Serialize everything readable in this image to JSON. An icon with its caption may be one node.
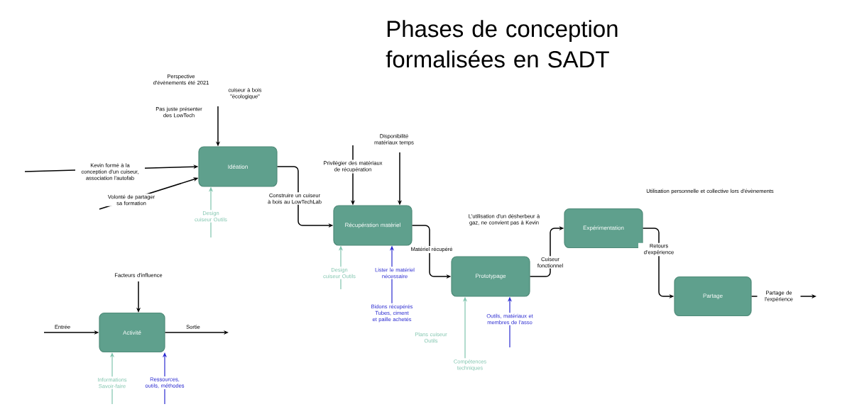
{
  "diagram": {
    "title": "Phases de conception formalisées en SADT",
    "nodes": [
      {
        "text": [
          "Idéation"
        ]
      },
      {
        "text": [
          "Récupération matériel"
        ]
      },
      {
        "text": [
          "Prototypage"
        ]
      },
      {
        "text": [
          "Expérimentation"
        ]
      },
      {
        "text": [
          "Partage"
        ]
      },
      {
        "text": [
          "Activité"
        ]
      },
      {
        "text": [
          "Compétences techniques"
        ]
      },
      {
        "text": [
          "Bidons récupérés Tubes, ciment et paille achetés"
        ]
      }
    ],
    "edges": [
      {
        "from": 0,
        "to": 1,
        "arrow": "to",
        "label": "Construire un cuiseur à bois au LowTechLab"
      },
      {
        "from": 1,
        "to": 2,
        "arrow": "to",
        "label": "Matériel récupéré"
      },
      {
        "from": 2,
        "to": 3,
        "arrow": "to",
        "label": "Cuiseur fonctionnel"
      },
      {
        "from": 3,
        "to": 4,
        "arrow": "to",
        "label": "Retours d'expérience"
      },
      {
        "from": 4,
        "to": null,
        "arrow": "to",
        "label": "Partage de l'expérience"
      },
      {
        "from": null,
        "to": 0,
        "arrow": "to",
        "label": "Kevin formé à la conception d'un cuiseur, association l'autofab"
      },
      {
        "from": null,
        "to": 0,
        "arrow": "to",
        "label": "Volonté de partager sa formation"
      },
      {
        "from": null,
        "to": 0,
        "arrow": "to",
        "label": "Pas juste présenter des LowTech"
      },
      {
        "from": null,
        "to": 0,
        "arrow": "to",
        "label": "Design cuiseur Outils",
        "color": "#7fc4ad"
      },
      {
        "from": null,
        "to": 1,
        "arrow": "to",
        "label": "Privilégier des matériaux de récupération"
      },
      {
        "from": null,
        "to": 1,
        "arrow": "to",
        "label": "Disponibilité matériaux temps"
      },
      {
        "from": null,
        "to": 1,
        "arrow": "to",
        "label": "Design cuiseur Outils",
        "color": "#7fc4ad"
      },
      {
        "from": 7,
        "to": 1,
        "arrow": "to",
        "label": "Lister le matériel nécessaire",
        "color": "#2a2ad0"
      },
      {
        "from": 6,
        "to": 2,
        "arrow": "to",
        "label": "Plans cuiseur Outils",
        "color": "#7fc4ad"
      },
      {
        "from": null,
        "to": 2,
        "arrow": "to",
        "label": "Outils, matériaux et membres de l'asso",
        "color": "#2a2ad0"
      },
      {
        "from": null,
        "to": 5,
        "arrow": "to",
        "label": "Entrée"
      },
      {
        "from": 5,
        "to": null,
        "arrow": "to",
        "label": "Sortie"
      },
      {
        "from": null,
        "to": 5,
        "arrow": "to",
        "label": "Facteurs d'influence"
      },
      {
        "from": null,
        "to": 5,
        "arrow": "to",
        "label": "Informations Savoir-faire",
        "color": "#7fc4ad"
      },
      {
        "from": null,
        "to": 5,
        "arrow": "to",
        "label": "Ressources, outils, méthodes",
        "color": "#2a2ad0"
      }
    ],
    "labels": [
      "Perspective d'évènements été 2021",
      "cuiseur à bois \"écologique\"",
      "L'utilisation d'un désherbeur à gaz, ne convient pas à Kevin",
      "Utilisation personnelle et collective lors d'évènements"
    ]
  }
}
